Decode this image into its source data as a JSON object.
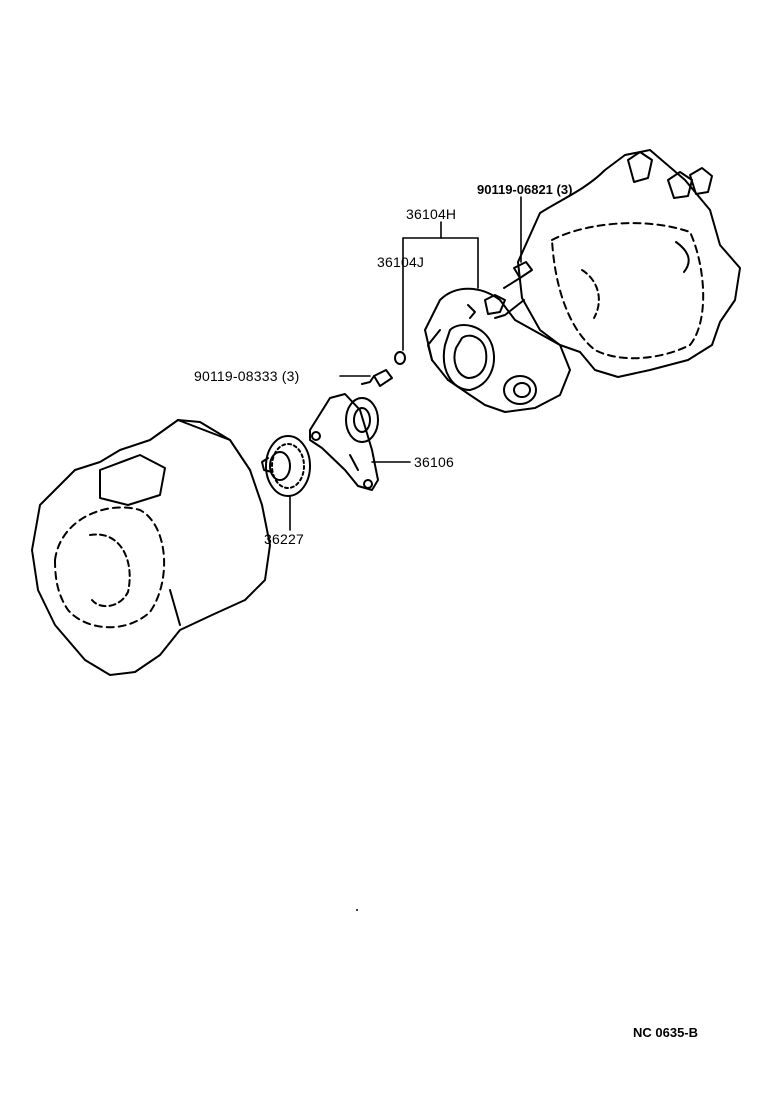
{
  "diagram": {
    "line_color": "#000000",
    "background": "#ffffff",
    "labels": {
      "part_36104H": "36104H",
      "part_36104J": "36104J",
      "bolt_upper": "90119-06821 (3)",
      "bolt_lower": "90119-08333 (3)",
      "part_36106": "36106",
      "part_36227": "36227",
      "figure_code": "NC 0635-B"
    },
    "components": [
      "transmission-case",
      "cover-plate",
      "bracket-assembly",
      "driven-gear",
      "transfer-case"
    ]
  }
}
